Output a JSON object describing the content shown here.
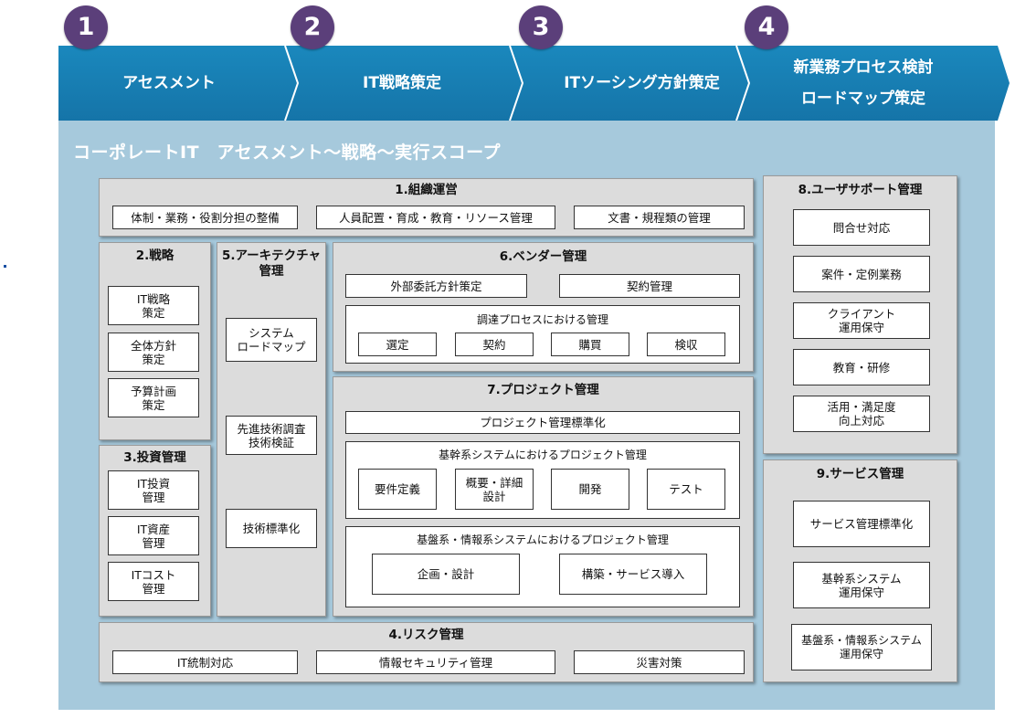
{
  "phases": [
    {
      "number": "1",
      "label": "アセスメント"
    },
    {
      "number": "2",
      "label": "IT戦略策定"
    },
    {
      "number": "3",
      "label": "ITソーシング方針策定"
    },
    {
      "number": "4",
      "label": "新業務プロセス検討\nロードマップ策定"
    }
  ],
  "scope_title": "コーポレートIT　アセスメント〜戦略〜実行スコープ",
  "org": {
    "title": "1.組織運営",
    "items": [
      "体制・業務・役割分担の整備",
      "人員配置・育成・教育・リソース管理",
      "文書・規程類の管理"
    ]
  },
  "strategy": {
    "title": "2.戦略",
    "items": [
      "IT戦略\n策定",
      "全体方針\n策定",
      "予算計画\n策定"
    ]
  },
  "investment": {
    "title": "3.投資管理",
    "items": [
      "IT投資\n管理",
      "IT資産\n管理",
      "ITコスト\n管理"
    ]
  },
  "architecture": {
    "title": "5.アーキテクチャ\n管理",
    "items": [
      "システム\nロードマップ",
      "先進技術調査\n技術検証",
      "技術標準化"
    ]
  },
  "vendor": {
    "title": "6.ベンダー管理",
    "items": [
      "外部委託方針策定",
      "契約管理"
    ],
    "procurement": {
      "title": "調達プロセスにおける管理",
      "items": [
        "選定",
        "契約",
        "購買",
        "検収"
      ]
    }
  },
  "project": {
    "title": "7.プロジェクト管理",
    "standard": "プロジェクト管理標準化",
    "core": {
      "title": "基幹系システムにおけるプロジェクト管理",
      "items": [
        "要件定義",
        "概要・詳細\n設計",
        "開発",
        "テスト"
      ]
    },
    "infra": {
      "title": "基盤系・情報系システムにおけるプロジェクト管理",
      "items": [
        "企画・設計",
        "構築・サービス導入"
      ]
    }
  },
  "risk": {
    "title": "4.リスク管理",
    "items": [
      "IT統制対応",
      "情報セキュリティ管理",
      "災害対策"
    ]
  },
  "user_support": {
    "title": "8.ユーザサポート管理",
    "items": [
      "問合せ対応",
      "案件・定例業務",
      "クライアント\n運用保守",
      "教育・研修",
      "活用・満足度\n向上対応"
    ]
  },
  "service": {
    "title": "9.サービス管理",
    "items": [
      "サービス管理標準化",
      "基幹系システム\n運用保守",
      "基盤系・情報系システム\n運用保守"
    ]
  },
  "colors": {
    "phase_bar": "#1680b4",
    "step_circle": "#5b3f7a",
    "panel": "#a6c9dc",
    "section": "#dcdcdc"
  }
}
